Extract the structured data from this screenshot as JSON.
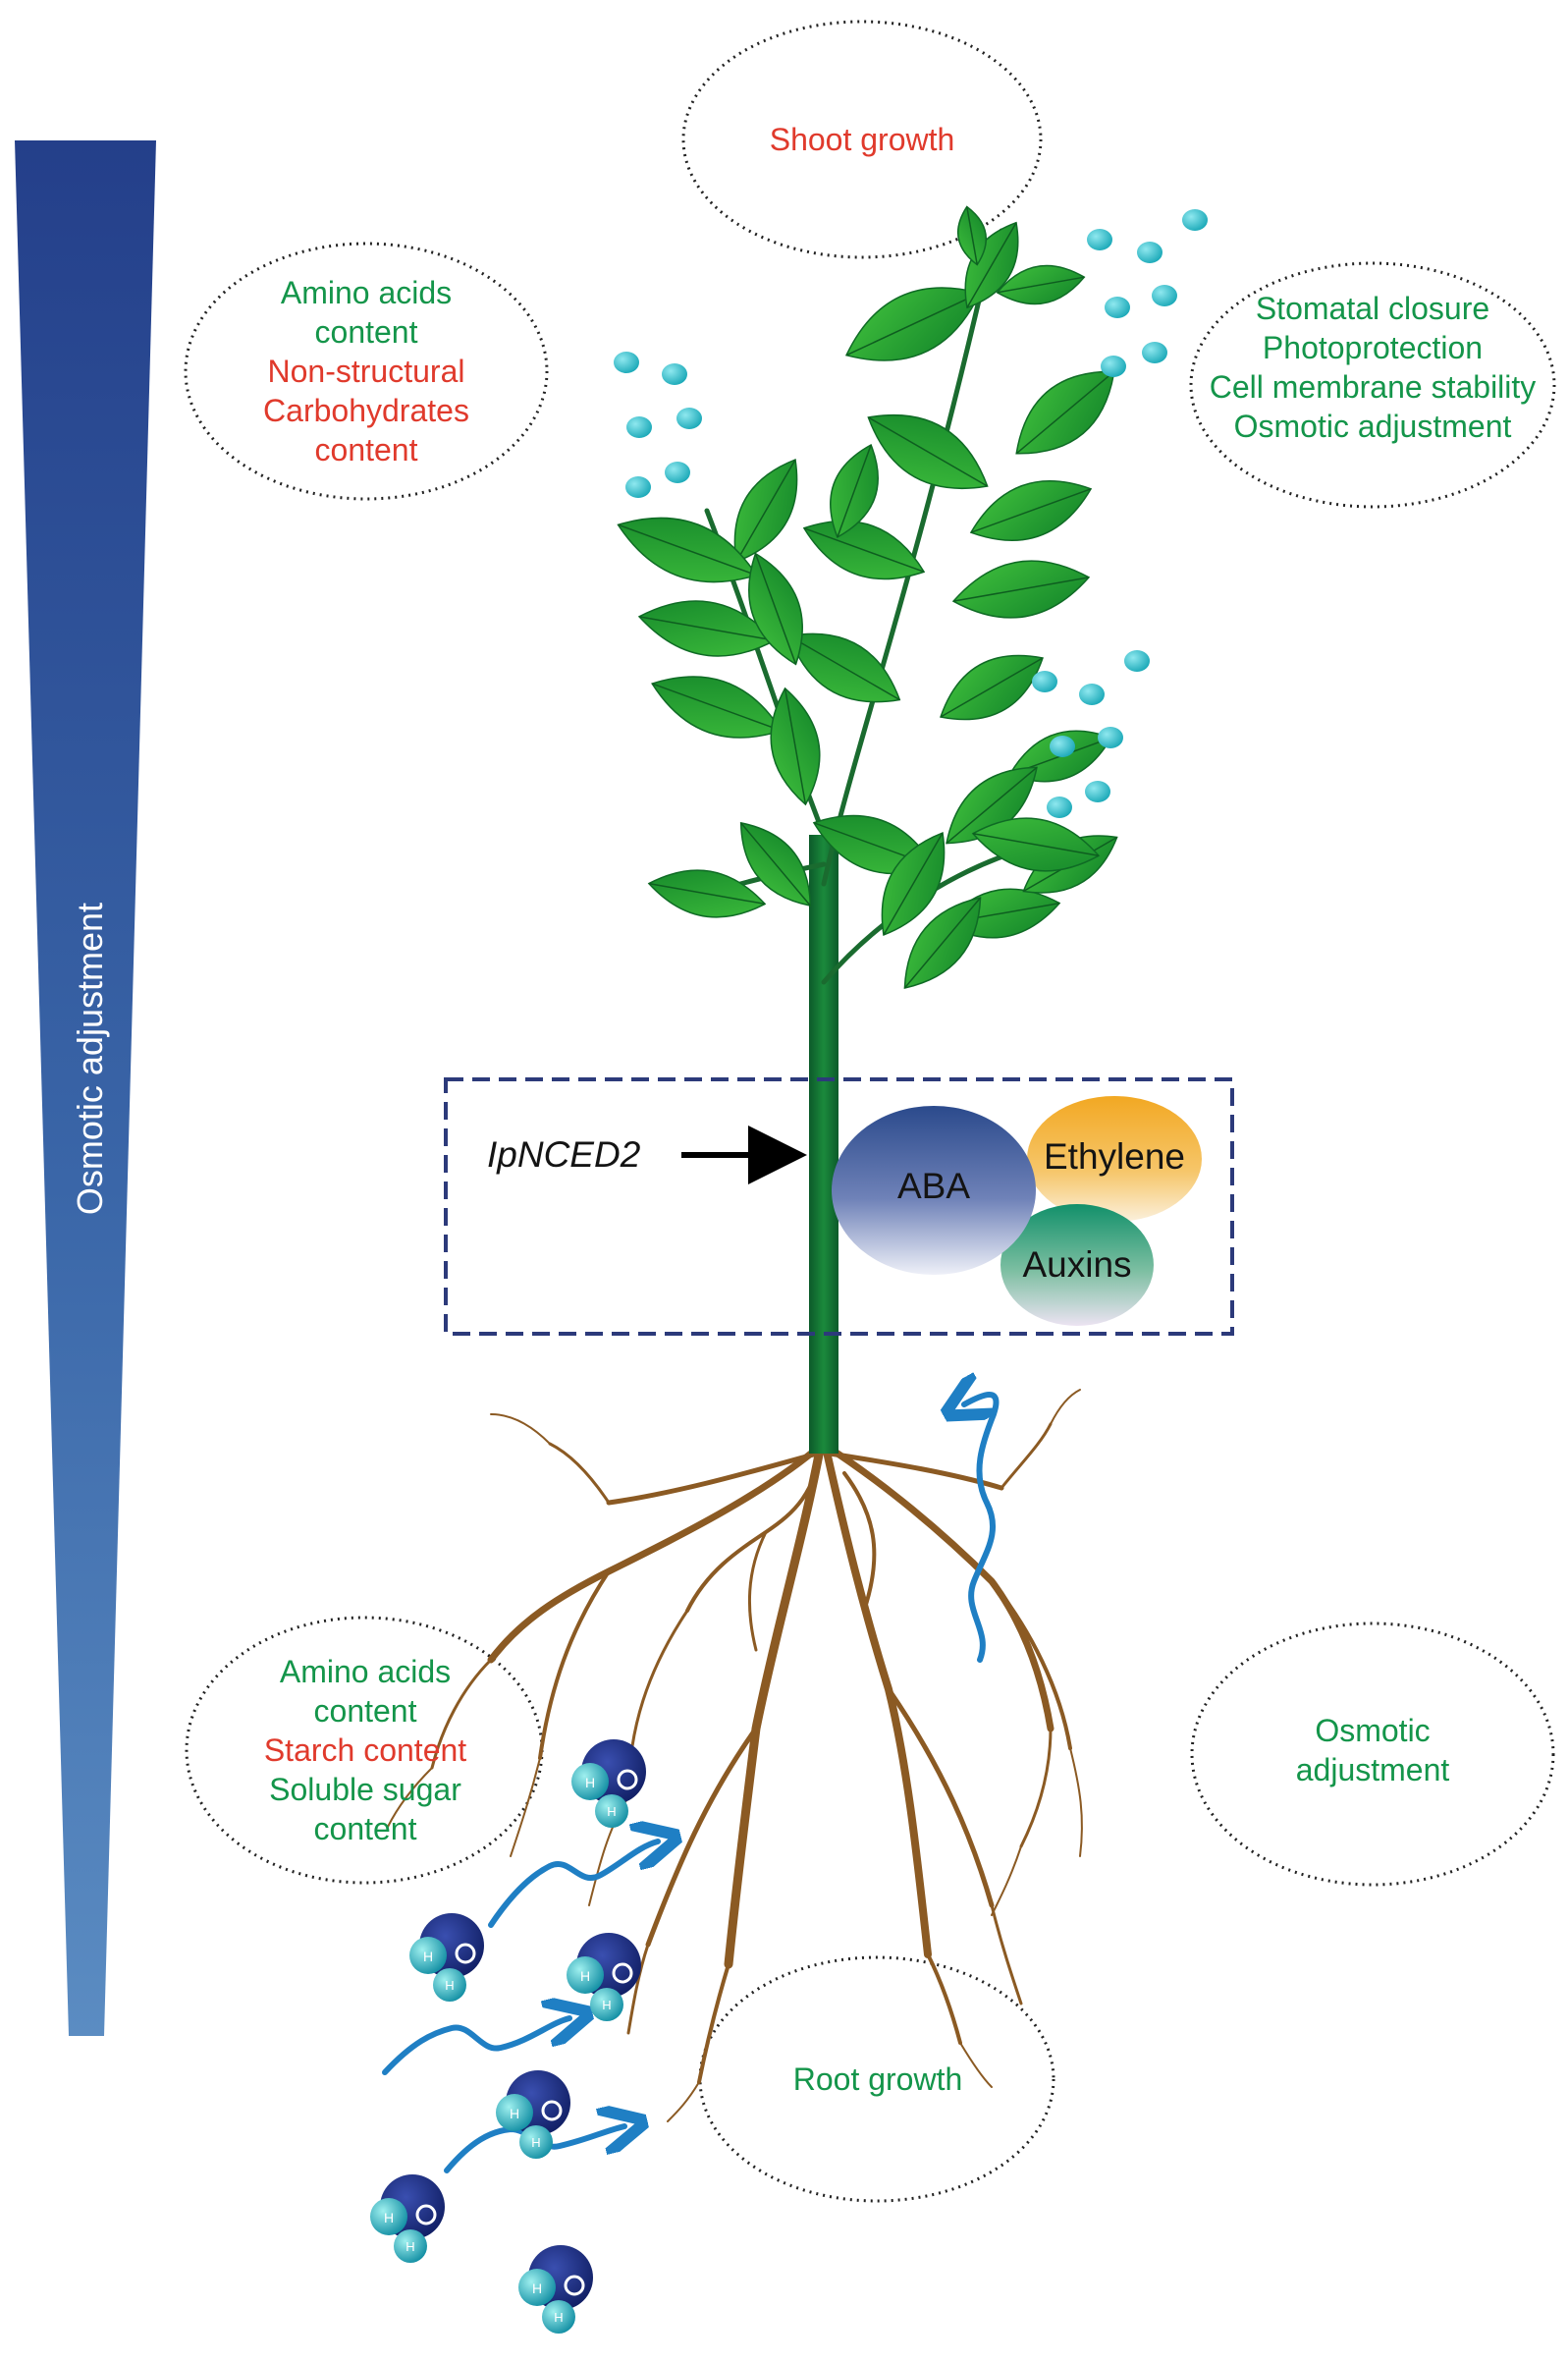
{
  "gradient_bar": {
    "label": "Osmotic adjustment"
  },
  "top_ellipse": {
    "text": "Shoot growth",
    "color": "#e03a2c"
  },
  "left_upper_ellipse": {
    "lines": [
      {
        "text": "Amino acids",
        "color": "#14954a"
      },
      {
        "text": "content",
        "color": "#14954a"
      },
      {
        "text": "Non-structural",
        "color": "#e03a2c"
      },
      {
        "text": "Carbohydrates",
        "color": "#e03a2c"
      },
      {
        "text": "content",
        "color": "#e03a2c"
      }
    ]
  },
  "right_upper_ellipse": {
    "lines": [
      {
        "text": "Stomatal closure",
        "color": "#14954a"
      },
      {
        "text": "Photoprotection",
        "color": "#14954a"
      },
      {
        "text": "Cell membrane stability",
        "color": "#14954a"
      },
      {
        "text": "Osmotic adjustment",
        "color": "#14954a"
      }
    ]
  },
  "hormone_box": {
    "gene": "IpNCED2",
    "hormones": [
      {
        "name": "ABA",
        "color": "#2d4f91"
      },
      {
        "name": "Ethylene",
        "color": "#f1a92a"
      },
      {
        "name": "Auxins",
        "color": "#1c9c6c"
      }
    ]
  },
  "left_lower_ellipse": {
    "lines": [
      {
        "text": "Amino acids",
        "color": "#14954a"
      },
      {
        "text": "content",
        "color": "#14954a"
      },
      {
        "text": "Starch content",
        "color": "#e03a2c"
      },
      {
        "text": "Soluble sugar",
        "color": "#14954a"
      },
      {
        "text": "content",
        "color": "#14954a"
      }
    ]
  },
  "right_lower_ellipse": {
    "lines": [
      {
        "text": "Osmotic",
        "color": "#14954a"
      },
      {
        "text": "adjustment",
        "color": "#14954a"
      }
    ]
  },
  "bottom_ellipse": {
    "text": "Root growth",
    "color": "#14954a"
  },
  "water_molecule": {
    "atom_h": "H",
    "atom_o": "O"
  }
}
